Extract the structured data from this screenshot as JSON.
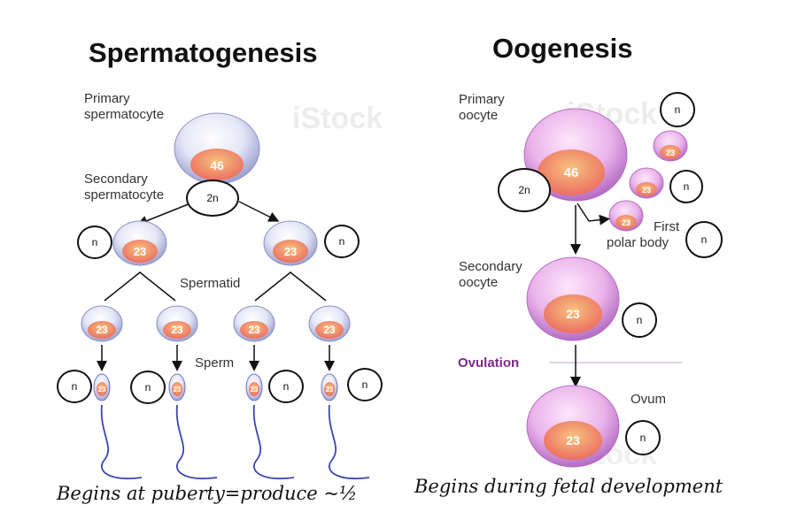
{
  "spermatogenesis": {
    "title": "Spermatogenesis",
    "primary_label_line1": "Primary",
    "primary_label_line2": "spermatocyte",
    "secondary_label_line1": "Secondary",
    "secondary_label_line2": "spermatocyte",
    "spermatid_label": "Spermatid",
    "sperm_label": "Sperm",
    "primary_number": "46",
    "cell_number": "23",
    "annotation_2n": "2n",
    "annotation_n": "n",
    "note": "Begins at puberty=produce ~½"
  },
  "oogenesis": {
    "title": "Oogenesis",
    "primary_label_line1": "Primary",
    "primary_label_line2": "oocyte",
    "secondary_label_line1": "Secondary",
    "secondary_label_line2": "oocyte",
    "polar_label_line1": "First",
    "polar_label_line2": "polar body",
    "ovulation_label": "Ovulation",
    "ovum_label": "Ovum",
    "primary_number": "46",
    "cell_number": "23",
    "annotation_2n": "2n",
    "annotation_n": "n",
    "note": "Begins during fetal development"
  },
  "colors": {
    "cell_outer": "#d9dcf0",
    "nucleus": "#f0955f",
    "egg_outer": "#e7a6e4",
    "ovulation": "#7a2d8c",
    "sperm_tail": "#3c45b0"
  }
}
